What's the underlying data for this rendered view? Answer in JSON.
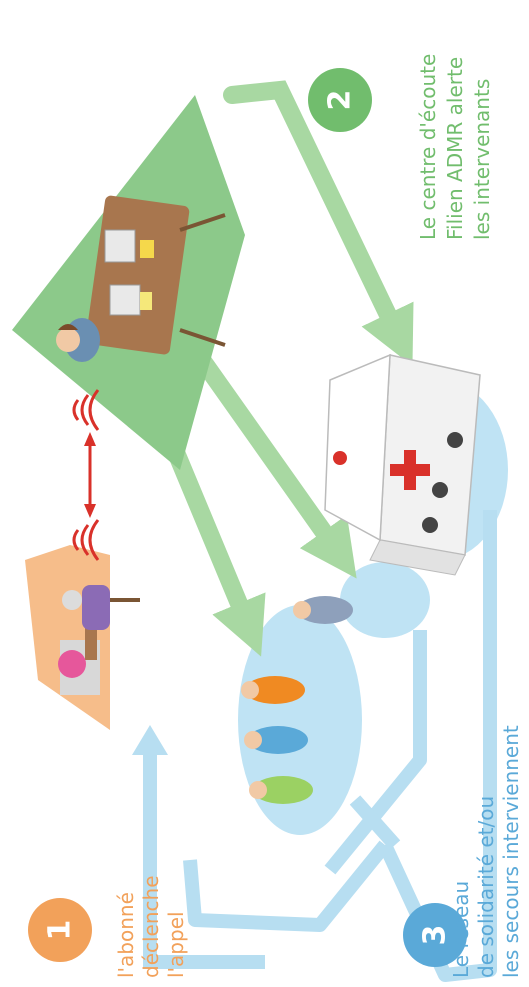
{
  "colors": {
    "step1": "#f2a15a",
    "step2": "#71bd6d",
    "step3": "#5aa9d8",
    "house": "#f6bd8a",
    "office": "#8cc98a",
    "arrow_green": "#a8d8a2",
    "arrow_blue": "#b7def1",
    "ellipse_blue": "#bfe3f4",
    "signal_red": "#d9312a"
  },
  "steps": [
    {
      "number": "1",
      "lines": [
        "l'abonné",
        "déclenche",
        "l'appel"
      ]
    },
    {
      "number": "2",
      "lines": [
        "Le centre d'écoute",
        "Filien ADMR alerte",
        "les intervenants"
      ]
    },
    {
      "number": "3",
      "lines": [
        "Le réseau",
        "de solidarité et/ou",
        "les secours interviennent"
      ]
    }
  ],
  "icons": [
    "house-icon",
    "subscriber-person-icon",
    "call-center-operator-icon",
    "ambulance-icon",
    "helper-person-icon"
  ]
}
